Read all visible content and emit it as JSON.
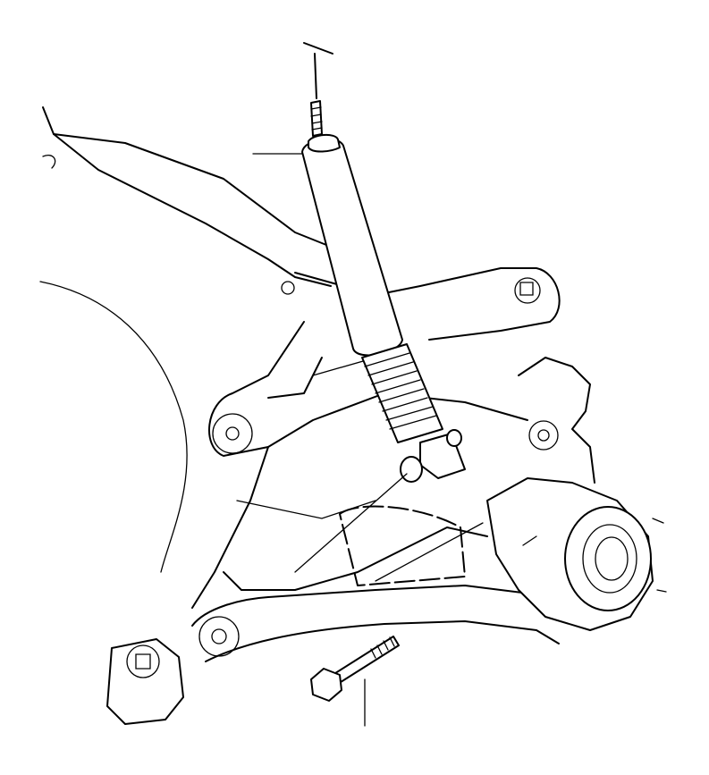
{
  "diagram": {
    "kind": "exploded parts line drawing",
    "parts": [
      "shock-absorber",
      "rubber-bellows",
      "subframe",
      "control-arm",
      "wheel-hub",
      "mounting-bolt"
    ],
    "colors": {
      "line": "#000000",
      "background": "#ffffff"
    }
  }
}
